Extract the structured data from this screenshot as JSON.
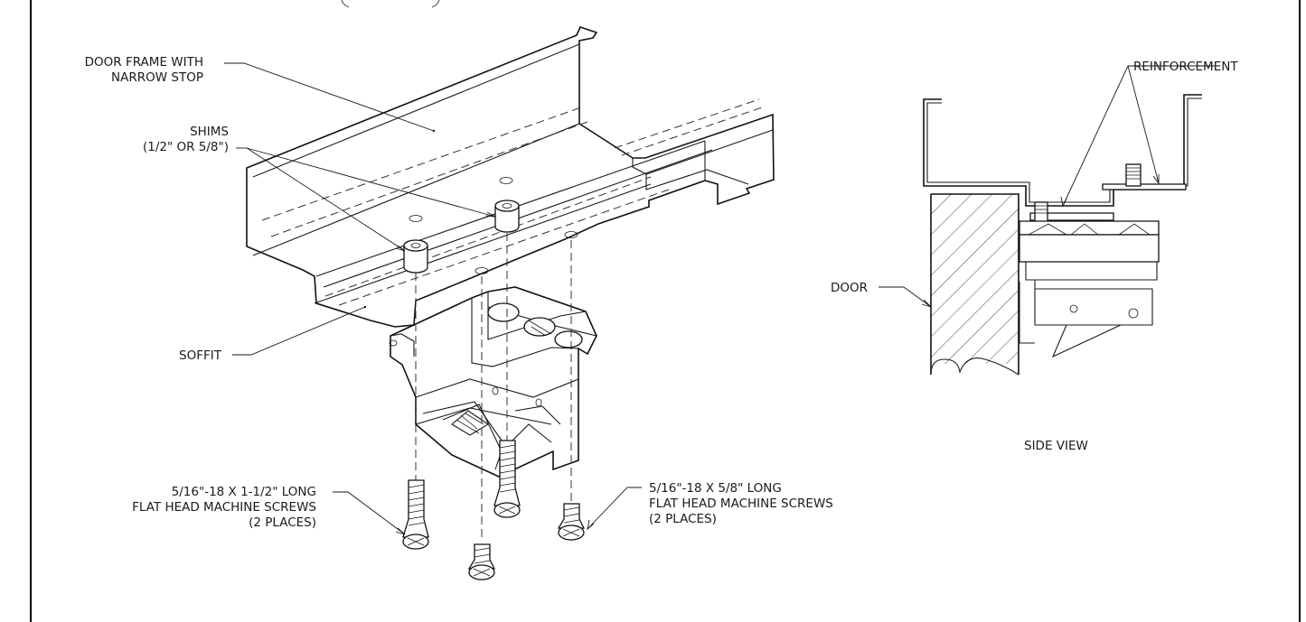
{
  "labels": {
    "door_frame": [
      "DOOR FRAME WITH",
      "NARROW STOP"
    ],
    "shims": [
      "SHIMS",
      "(1/2\" OR 5/8\")"
    ],
    "soffit": "SOFFIT",
    "long_screws": [
      "5/16\"-18 X 1-1/2\" LONG",
      "FLAT HEAD MACHINE SCREWS",
      "(2 PLACES)"
    ],
    "short_screws": [
      "5/16\"-18 X 5/8\" LONG",
      "FLAT HEAD MACHINE SCREWS",
      "(2 PLACES)"
    ],
    "reinforcement": "REINFORCEMENT",
    "door": "DOOR",
    "side_view": "SIDE VIEW"
  },
  "colors": {
    "line": "#1a1a1a",
    "background": "#ffffff"
  }
}
